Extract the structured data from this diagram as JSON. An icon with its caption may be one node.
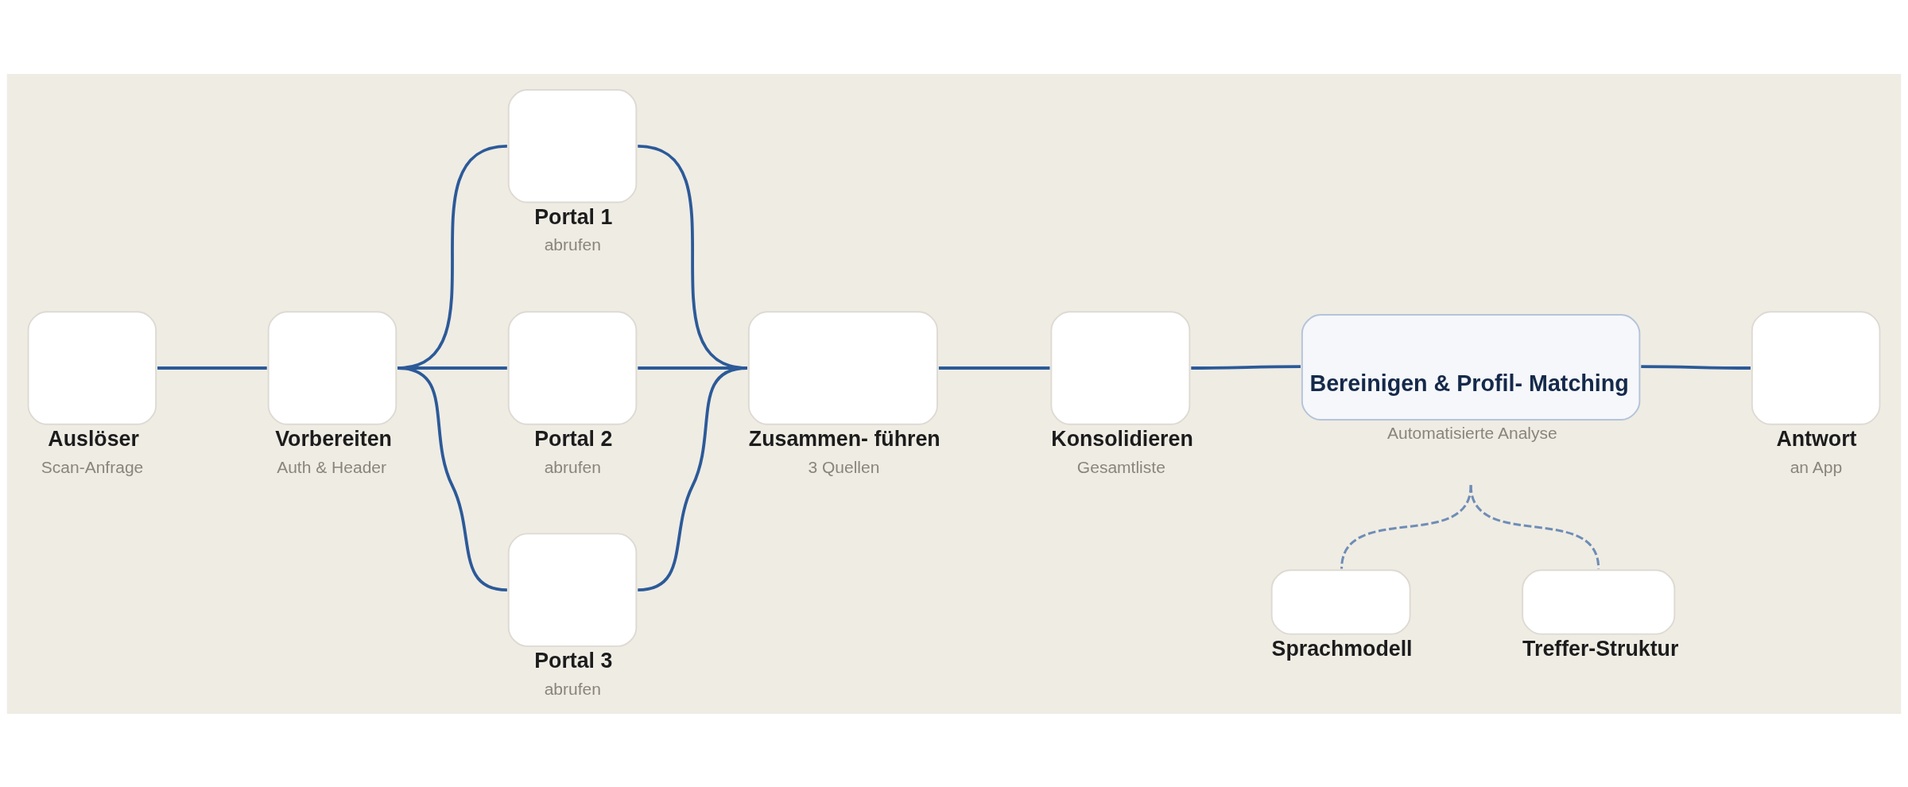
{
  "diagram": {
    "nodes": [
      {
        "text": [
          "Auslöser",
          "Scan-Anfrage"
        ]
      },
      {
        "text": [
          "Vorbereiten",
          "Auth & Header"
        ]
      },
      {
        "text": [
          "Portal 1",
          "abrufen"
        ]
      },
      {
        "text": [
          "Portal 2",
          "abrufen"
        ]
      },
      {
        "text": [
          "Portal 3",
          "abrufen"
        ]
      },
      {
        "text": [
          "Zusammen- führen",
          "3 Quellen"
        ]
      },
      {
        "text": [
          "Konsolidieren",
          "Gesamtliste"
        ]
      },
      {
        "text": [
          "Bereinigen & Profil- Matching"
        ],
        "beside": [
          "Automatisierte Analyse"
        ]
      },
      {
        "text": [
          "Sprachmodell"
        ]
      },
      {
        "text": [
          "Treffer-Struktur"
        ]
      },
      {
        "text": [
          "Antwort",
          "an App"
        ]
      }
    ],
    "edges": [
      {
        "from": 0,
        "to": 1,
        "arrow": "none"
      },
      {
        "from": 1,
        "to": 2,
        "arrow": "none"
      },
      {
        "from": 1,
        "to": 3,
        "arrow": "none"
      },
      {
        "from": 1,
        "to": 4,
        "arrow": "none"
      },
      {
        "from": 2,
        "to": 5,
        "arrow": "none"
      },
      {
        "from": 3,
        "to": 5,
        "arrow": "none"
      },
      {
        "from": 4,
        "to": 5,
        "arrow": "none"
      },
      {
        "from": 5,
        "to": 6,
        "arrow": "none"
      },
      {
        "from": 6,
        "to": 7,
        "arrow": "none"
      },
      {
        "from": 7,
        "to": 8,
        "arrow": "none",
        "style": "dashed",
        "color": "#6f8db5"
      },
      {
        "from": 7,
        "to": 9,
        "arrow": "none",
        "style": "dashed",
        "color": "#6f8db5"
      },
      {
        "from": 7,
        "to": 10,
        "arrow": "none"
      }
    ]
  }
}
